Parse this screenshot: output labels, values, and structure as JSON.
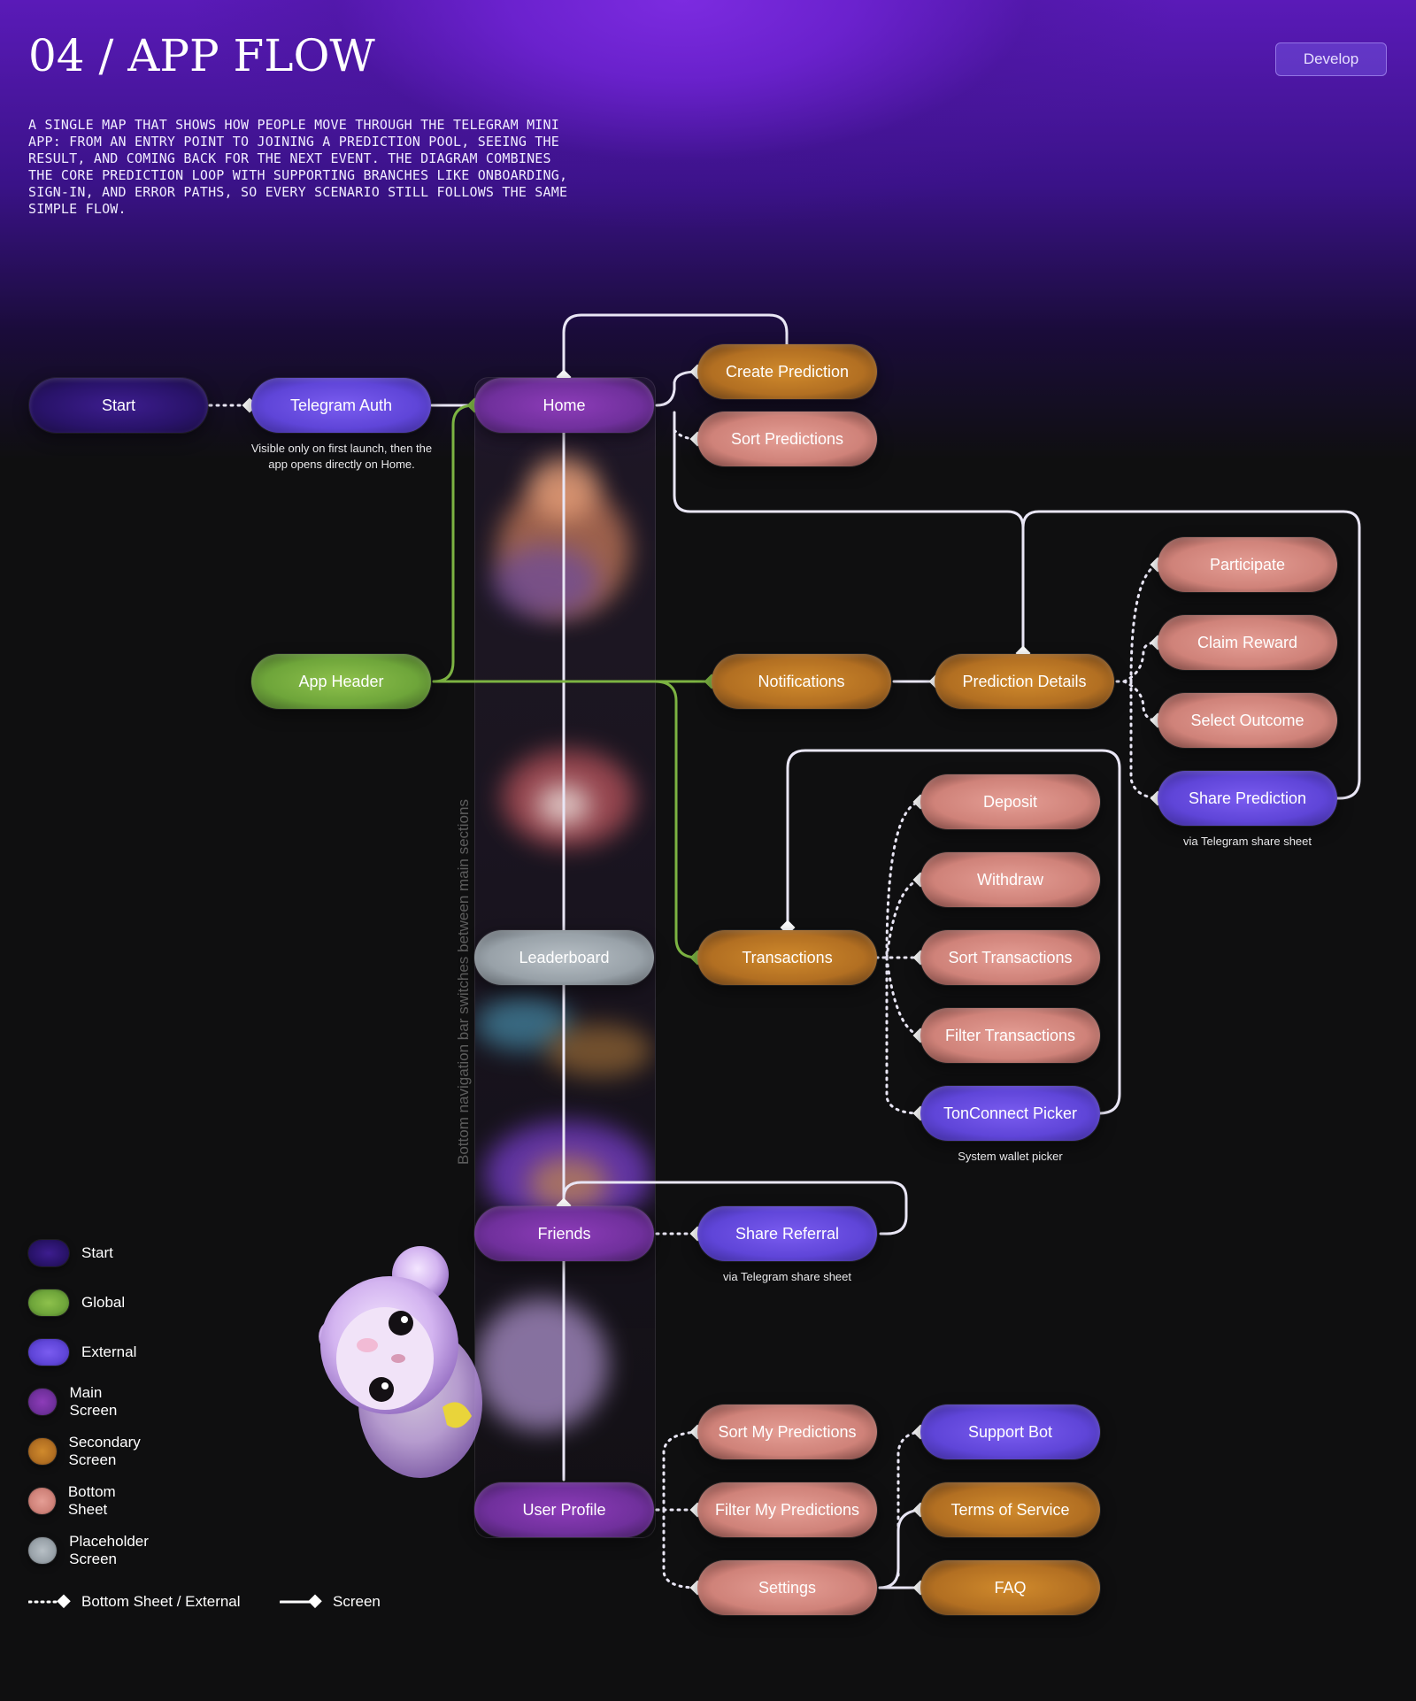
{
  "header": {
    "title": "04 / APP FLOW",
    "description": "A SINGLE MAP THAT SHOWS HOW PEOPLE MOVE THROUGH THE TELEGRAM MINI APP: FROM AN ENTRY POINT TO JOINING A PREDICTION POOL, SEEING THE RESULT, AND COMING BACK FOR THE NEXT EVENT. THE DIAGRAM COMBINES THE CORE PREDICTION LOOP WITH SUPPORTING BRANCHES LIKE ONBOARDING, SIGN-IN, AND ERROR PATHS, SO EVERY SCENARIO STILL FOLLOWS THE SAME SIMPLE FLOW.",
    "develop_label": "Develop"
  },
  "colors": {
    "start": "#29136a",
    "global": "#6ea53a",
    "external": "#5f45d8",
    "main": "#70309c",
    "secondary": "#b26f22",
    "sheet": "#cf8279",
    "placeholder": "#98a1a8",
    "connector": "#e9e6f5",
    "global_connector": "#7cb342"
  },
  "nodes": {
    "start": "Start",
    "telegram_auth": "Telegram Auth",
    "home": "Home",
    "create_prediction": "Create Prediction",
    "sort_predictions": "Sort Predictions",
    "app_header": "App Header",
    "notifications": "Notifications",
    "prediction_details": "Prediction Details",
    "participate": "Participate",
    "claim_reward": "Claim Reward",
    "select_outcome": "Select Outcome",
    "share_prediction": "Share Prediction",
    "deposit": "Deposit",
    "withdraw": "Withdraw",
    "sort_transactions": "Sort Transactions",
    "filter_transactions": "Filter Transactions",
    "tonconnect_picker": "TonConnect Picker",
    "leaderboard": "Leaderboard",
    "transactions": "Transactions",
    "friends": "Friends",
    "share_referral": "Share Referral",
    "user_profile": "User Profile",
    "sort_my_predictions": "Sort My Predictions",
    "filter_my_predictions": "Filter My Predictions",
    "settings": "Settings",
    "support_bot": "Support Bot",
    "terms_of_service": "Terms of Service",
    "faq": "FAQ"
  },
  "notes": {
    "telegram_auth": "Visible only on first launch, then the app opens directly on Home.",
    "share_prediction": "via Telegram share sheet",
    "tonconnect_picker": "System wallet picker",
    "share_referral": "via Telegram share sheet",
    "nav_caption": "Bottom navigation bar switches between main sections"
  },
  "legend": {
    "items": [
      {
        "label": "Start",
        "type": "start"
      },
      {
        "label": "Global",
        "type": "global"
      },
      {
        "label": "External",
        "type": "external"
      },
      {
        "label": "Main Screen",
        "type": "main"
      },
      {
        "label": "Secondary Screen",
        "type": "secondary"
      },
      {
        "label": "Bottom Sheet",
        "type": "sheet"
      },
      {
        "label": "Placeholder Screen",
        "type": "placeholder"
      }
    ],
    "dotted_label": "Bottom Sheet / External",
    "solid_label": "Screen"
  }
}
